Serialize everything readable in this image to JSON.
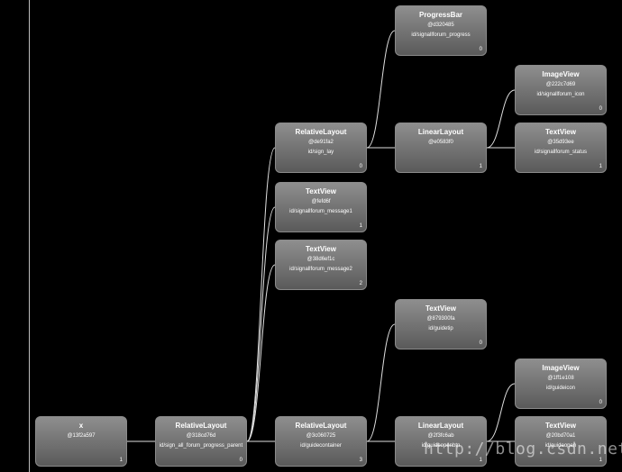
{
  "nodes": [
    {
      "key": "root",
      "cls": "x",
      "hash": "@13f2a597",
      "rid": "",
      "idx": "1",
      "parent": ""
    },
    {
      "key": "n1",
      "cls": "RelativeLayout",
      "hash": "@318cd76d",
      "rid": "id/sign_all_forum_progress_parent",
      "idx": "0",
      "parent": "root"
    },
    {
      "key": "n2",
      "cls": "RelativeLayout",
      "hash": "@de91fa2",
      "rid": "id/sign_lay",
      "idx": "0",
      "parent": "n1"
    },
    {
      "key": "n3",
      "cls": "TextView",
      "hash": "@fefd6f",
      "rid": "id/signallforum_message1",
      "idx": "1",
      "parent": "n1"
    },
    {
      "key": "n4",
      "cls": "TextView",
      "hash": "@38d6ef1c",
      "rid": "id/signallforum_message2",
      "idx": "2",
      "parent": "n1"
    },
    {
      "key": "n5",
      "cls": "RelativeLayout",
      "hash": "@3c060725",
      "rid": "id/guidecontainer",
      "idx": "3",
      "parent": "n1"
    },
    {
      "key": "n6",
      "cls": "ProgressBar",
      "hash": "@d320485",
      "rid": "id/signallforum_progress",
      "idx": "0",
      "parent": "n2"
    },
    {
      "key": "n7",
      "cls": "LinearLayout",
      "hash": "@e0583f0",
      "rid": "",
      "idx": "1",
      "parent": "n2"
    },
    {
      "key": "n8",
      "cls": "ImageView",
      "hash": "@222c7d69",
      "rid": "id/signallforum_icon",
      "idx": "0",
      "parent": "n7"
    },
    {
      "key": "n9",
      "cls": "TextView",
      "hash": "@35d93ee",
      "rid": "id/signallforum_status",
      "idx": "1",
      "parent": "n7"
    },
    {
      "key": "n10",
      "cls": "TextView",
      "hash": "@879300fa",
      "rid": "id/guidetip",
      "idx": "0",
      "parent": "n5"
    },
    {
      "key": "n11",
      "cls": "LinearLayout",
      "hash": "@2f3fc6ab",
      "rid": "id/guideopenbtn",
      "idx": "1",
      "parent": "n5"
    },
    {
      "key": "n12",
      "cls": "ImageView",
      "hash": "@1ff1e108",
      "rid": "id/guideicon",
      "idx": "0",
      "parent": "n11"
    },
    {
      "key": "n13",
      "cls": "TextView",
      "hash": "@20bd70a1",
      "rid": "id/guideopen",
      "idx": "1",
      "parent": "n11"
    }
  ],
  "watermark": "http://blog.csdn.net/",
  "colors": {
    "background": "#000000",
    "node_top": "#8e8e8e",
    "node_bottom": "#5a5a5a",
    "edge": "#e0e0e0",
    "text": "#ffffff"
  }
}
